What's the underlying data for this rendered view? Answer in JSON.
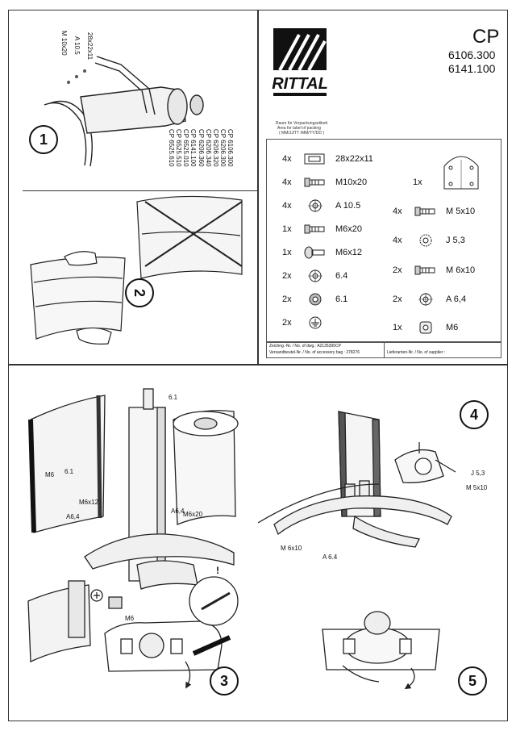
{
  "header": {
    "product": "CP",
    "codes": [
      "6106.300",
      "6141.100"
    ],
    "brand": "RITTAL"
  },
  "packing_note": [
    "Raum für Verpackungsetikett",
    "Area for label of packing",
    "( MM/JJ/TT /MM/YY/DD )"
  ],
  "step1_labels": {
    "parts": [
      "28x22x11",
      "A 10.5",
      "M 10x20"
    ],
    "models": [
      "CP 6141.100",
      "CP 6525.010",
      "CP 6525.510",
      "CP 6525.610",
      "CP 6106.300",
      "CP 6206.300",
      "CP 6206.320",
      "CP 6206.340",
      "CP 6206.360"
    ]
  },
  "parts_left": [
    {
      "qty": "4x",
      "icon": "spacer-icon",
      "label": "28x22x11"
    },
    {
      "qty": "4x",
      "icon": "bolt-icon",
      "label": "M10x20"
    },
    {
      "qty": "4x",
      "icon": "washer-icon",
      "label": "A 10.5"
    },
    {
      "qty": "1x",
      "icon": "bolt-icon",
      "label": "M6x20"
    },
    {
      "qty": "1x",
      "icon": "screw-icon",
      "label": "M6x12"
    },
    {
      "qty": "2x",
      "icon": "washer-icon",
      "label": "6.4"
    },
    {
      "qty": "2x",
      "icon": "nut-washer-icon",
      "label": "6.1"
    },
    {
      "qty": "2x",
      "icon": "earth-icon",
      "label": ""
    }
  ],
  "parts_right": [
    {
      "qty": "1x",
      "icon": "plate-icon",
      "label": ""
    },
    {
      "qty": "4x",
      "icon": "bolt-icon",
      "label": "M 5x10"
    },
    {
      "qty": "4x",
      "icon": "lock-washer-icon",
      "label": "J 5,3"
    },
    {
      "qty": "2x",
      "icon": "bolt-icon",
      "label": "M 6x10"
    },
    {
      "qty": "2x",
      "icon": "washer-icon",
      "label": "A 6,4"
    },
    {
      "qty": "1x",
      "icon": "cage-nut-icon",
      "label": "M6"
    }
  ],
  "footer": {
    "drawing_no": "Zeichng.-Nr. / No. of dwg.: A2135395CP",
    "accessory_bag": "Versandbeutel-Nr. / No. of accessory bag : 278276",
    "supplier": "Lieferanten-Nr. / No. of supplier :"
  },
  "step3_labels": [
    "M6",
    "6.1",
    "M6x12",
    "A6,4",
    "6.1",
    "A6,4",
    "M6x20",
    "M6",
    "!"
  ],
  "step4_labels": [
    "J 5,3",
    "M 5x10",
    "M 6x10",
    "A 6.4"
  ],
  "steps": [
    "1",
    "2",
    "3",
    "4",
    "5"
  ]
}
